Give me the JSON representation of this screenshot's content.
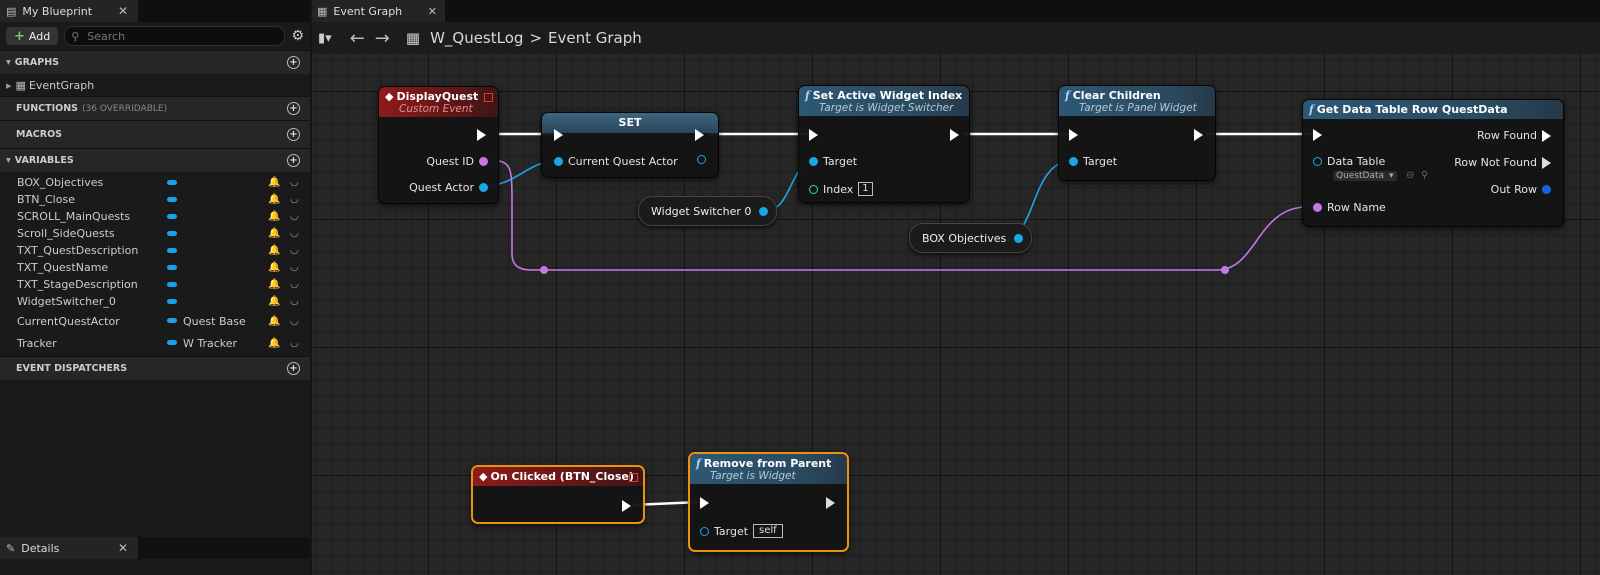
{
  "left_panel": {
    "tab_title": "My Blueprint",
    "add_label": "Add",
    "search_placeholder": "Search",
    "sections": {
      "graphs": "GRAPHS",
      "functions": "FUNCTIONS",
      "functions_sub": "(36 OVERRIDABLE)",
      "macros": "MACROS",
      "variables": "VARIABLES",
      "event_dispatchers": "EVENT DISPATCHERS"
    },
    "graph_items": [
      "EventGraph"
    ],
    "variables": [
      {
        "name": "BOX_Objectives",
        "type": ""
      },
      {
        "name": "BTN_Close",
        "type": ""
      },
      {
        "name": "SCROLL_MainQuests",
        "type": ""
      },
      {
        "name": "Scroll_SideQuests",
        "type": ""
      },
      {
        "name": "TXT_QuestDescription",
        "type": ""
      },
      {
        "name": "TXT_QuestName",
        "type": ""
      },
      {
        "name": "TXT_StageDescription",
        "type": ""
      },
      {
        "name": "WidgetSwitcher_0",
        "type": ""
      },
      {
        "name": "CurrentQuestActor",
        "type": "Quest Base"
      },
      {
        "name": "Tracker",
        "type": "W Tracker"
      }
    ],
    "details_tab": "Details"
  },
  "graph": {
    "tab_title": "Event Graph",
    "breadcrumb_root": "W_QuestLog",
    "breadcrumb_sep": ">",
    "breadcrumb_current": "Event Graph",
    "nodes": {
      "display_quest": {
        "title": "DisplayQuest",
        "subtitle": "Custom Event",
        "pin_quest_id": "Quest ID",
        "pin_quest_actor": "Quest Actor"
      },
      "set": {
        "title": "SET",
        "pin_current": "Current Quest Actor"
      },
      "set_active": {
        "title": "Set Active Widget Index",
        "subtitle": "Target is Widget Switcher",
        "pin_target": "Target",
        "pin_index": "Index",
        "index_value": "1"
      },
      "widget_switcher": {
        "label": "Widget Switcher 0"
      },
      "clear_children": {
        "title": "Clear Children",
        "subtitle": "Target is Panel Widget",
        "pin_target": "Target"
      },
      "box_objectives": {
        "label": "BOX Objectives"
      },
      "get_row": {
        "title": "Get Data Table Row QuestData",
        "pin_data_table": "Data Table",
        "data_table_value": "QuestData",
        "pin_row_name": "Row Name",
        "pin_row_found": "Row Found",
        "pin_row_not_found": "Row Not Found",
        "pin_out_row": "Out Row"
      },
      "on_clicked": {
        "title": "On Clicked (BTN_Close)"
      },
      "remove_parent": {
        "title": "Remove from Parent",
        "subtitle": "Target is Widget",
        "pin_target": "Target",
        "target_value": "self"
      }
    }
  },
  "colors": {
    "accent_selected": "#e7930e",
    "event_header": "#8e1b1b",
    "function_header": "#2c5874",
    "object_pin": "#1aa7e8",
    "name_pin": "#c278e7",
    "struct_pin": "#1466e0"
  }
}
